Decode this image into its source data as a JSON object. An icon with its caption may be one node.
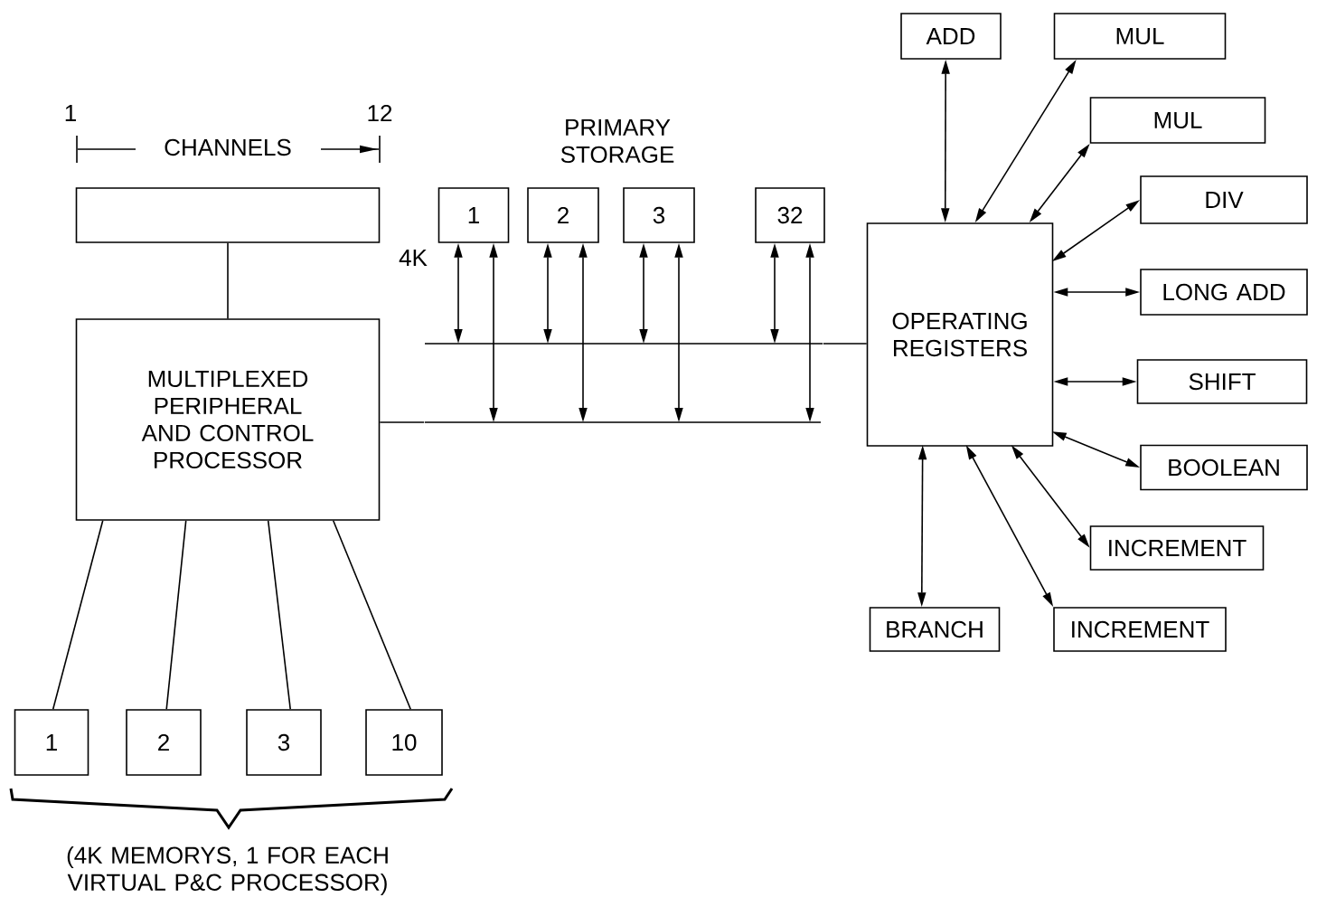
{
  "diagram": {
    "nodes": [
      {
        "text": [],
        "shape": "box"
      },
      {
        "text": [
          "MULTIPLEXED PERIPHERAL AND CONTROL PROCESSOR"
        ]
      },
      {
        "text": [
          "1"
        ]
      },
      {
        "text": [
          "2"
        ]
      },
      {
        "text": [
          "3"
        ]
      },
      {
        "text": [
          "10"
        ]
      },
      {
        "text": [
          "1"
        ]
      },
      {
        "text": [
          "2"
        ]
      },
      {
        "text": [
          "3"
        ]
      },
      {
        "text": [
          "32"
        ]
      },
      {
        "text": [],
        "shape": "bar"
      },
      {
        "text": [],
        "shape": "bar"
      },
      {
        "text": [
          "OPERATING REGISTERS"
        ]
      },
      {
        "text": [
          "ADD"
        ]
      },
      {
        "text": [
          "MUL"
        ]
      },
      {
        "text": [
          "MUL"
        ]
      },
      {
        "text": [
          "DIV"
        ]
      },
      {
        "text": [
          "LONG ADD"
        ]
      },
      {
        "text": [
          "SHIFT"
        ]
      },
      {
        "text": [
          "BOOLEAN"
        ]
      },
      {
        "text": [
          "INCREMENT"
        ]
      },
      {
        "text": [
          "BRANCH"
        ]
      },
      {
        "text": [
          "INCREMENT"
        ]
      }
    ],
    "edges": [
      {
        "from": 0,
        "to": 1,
        "arrow": "none"
      },
      {
        "from": 1,
        "to": 2,
        "arrow": "none"
      },
      {
        "from": 1,
        "to": 3,
        "arrow": "none"
      },
      {
        "from": 1,
        "to": 4,
        "arrow": "none"
      },
      {
        "from": 1,
        "to": 5,
        "arrow": "none"
      },
      {
        "from": 1,
        "to": 11,
        "arrow": "none"
      },
      {
        "from": 10,
        "to": 12,
        "arrow": "none"
      },
      {
        "from": 6,
        "to": 10,
        "arrow": "both"
      },
      {
        "from": 6,
        "to": 11,
        "arrow": "both"
      },
      {
        "from": 7,
        "to": 10,
        "arrow": "both"
      },
      {
        "from": 7,
        "to": 11,
        "arrow": "both"
      },
      {
        "from": 8,
        "to": 10,
        "arrow": "both"
      },
      {
        "from": 8,
        "to": 11,
        "arrow": "both"
      },
      {
        "from": 9,
        "to": 10,
        "arrow": "both"
      },
      {
        "from": 9,
        "to": 11,
        "arrow": "both"
      },
      {
        "from": 12,
        "to": 13,
        "arrow": "both"
      },
      {
        "from": 12,
        "to": 14,
        "arrow": "both"
      },
      {
        "from": 12,
        "to": 15,
        "arrow": "both"
      },
      {
        "from": 12,
        "to": 16,
        "arrow": "both"
      },
      {
        "from": 12,
        "to": 17,
        "arrow": "both"
      },
      {
        "from": 12,
        "to": 18,
        "arrow": "both"
      },
      {
        "from": 12,
        "to": 19,
        "arrow": "both"
      },
      {
        "from": 12,
        "to": 20,
        "arrow": "both"
      },
      {
        "from": 12,
        "to": 21,
        "arrow": "both"
      },
      {
        "from": 12,
        "to": 22,
        "arrow": "both"
      }
    ],
    "labels": [
      "1",
      "12",
      "CHANNELS",
      "PRIMARY STORAGE",
      "4K",
      "(4K MEMORYS, 1 FOR EACH VIRTUAL P&C PROCESSOR)"
    ]
  }
}
